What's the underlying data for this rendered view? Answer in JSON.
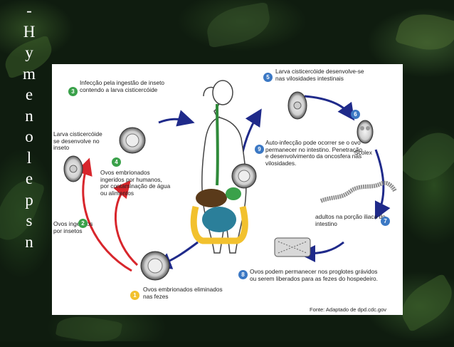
{
  "slide": {
    "title_chars": [
      "-",
      "H",
      "y",
      "m",
      "e",
      "n",
      "o",
      "l",
      "e",
      "p",
      "s",
      "n"
    ],
    "colors": {
      "green_step": "#3aa14a",
      "blue_step": "#3b78c4",
      "yellow_step": "#f2c12e",
      "red_arrow": "#d8262c",
      "navy_arrow": "#1f2a8a"
    }
  },
  "diagram": {
    "steps": [
      {
        "num": "3",
        "text": "Infecção pela ingestão de inseto contendo a larva cisticercóide"
      },
      {
        "num": "",
        "text": "Larva cisticercóide se desenvolve no inseto"
      },
      {
        "num": "4",
        "text": "Ovos embrionados ingeridos por humanos, por contaminação de água ou alimentos"
      },
      {
        "num": "2",
        "text": "Ovos ingeridos por insetos"
      },
      {
        "num": "1",
        "text": "Ovos embrionados eliminados nas fezes"
      },
      {
        "num": "5",
        "text": "Larva cisticercóide desenvolve-se nas vilosidades intestinais"
      },
      {
        "num": "6",
        "text": "Scolex"
      },
      {
        "num": "9",
        "text": "Auto-infecção pode ocorrer se o ovo permanecer no intestino. Penetração e desenvolvimento da oncosfera nas vilosidades."
      },
      {
        "num": "7",
        "text": "adultos na porção iliaca do intestino"
      },
      {
        "num": "8",
        "text": "Ovos podem permanecer nos proglotes grávidos ou serem liberados para as fezes do hospedeiro."
      }
    ],
    "source": "Fonte: Adaptado de dpd.cdc.gov"
  }
}
